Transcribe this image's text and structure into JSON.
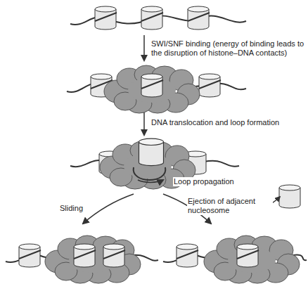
{
  "diagram": {
    "labels": [
      "SWI/SNF binding (energy of binding leads to the disruption of histone–DNA contacts)",
      "DNA translocation and loop formation",
      "Loop propagation",
      "Sliding",
      "Ejection of adjacent nucleosome"
    ]
  }
}
